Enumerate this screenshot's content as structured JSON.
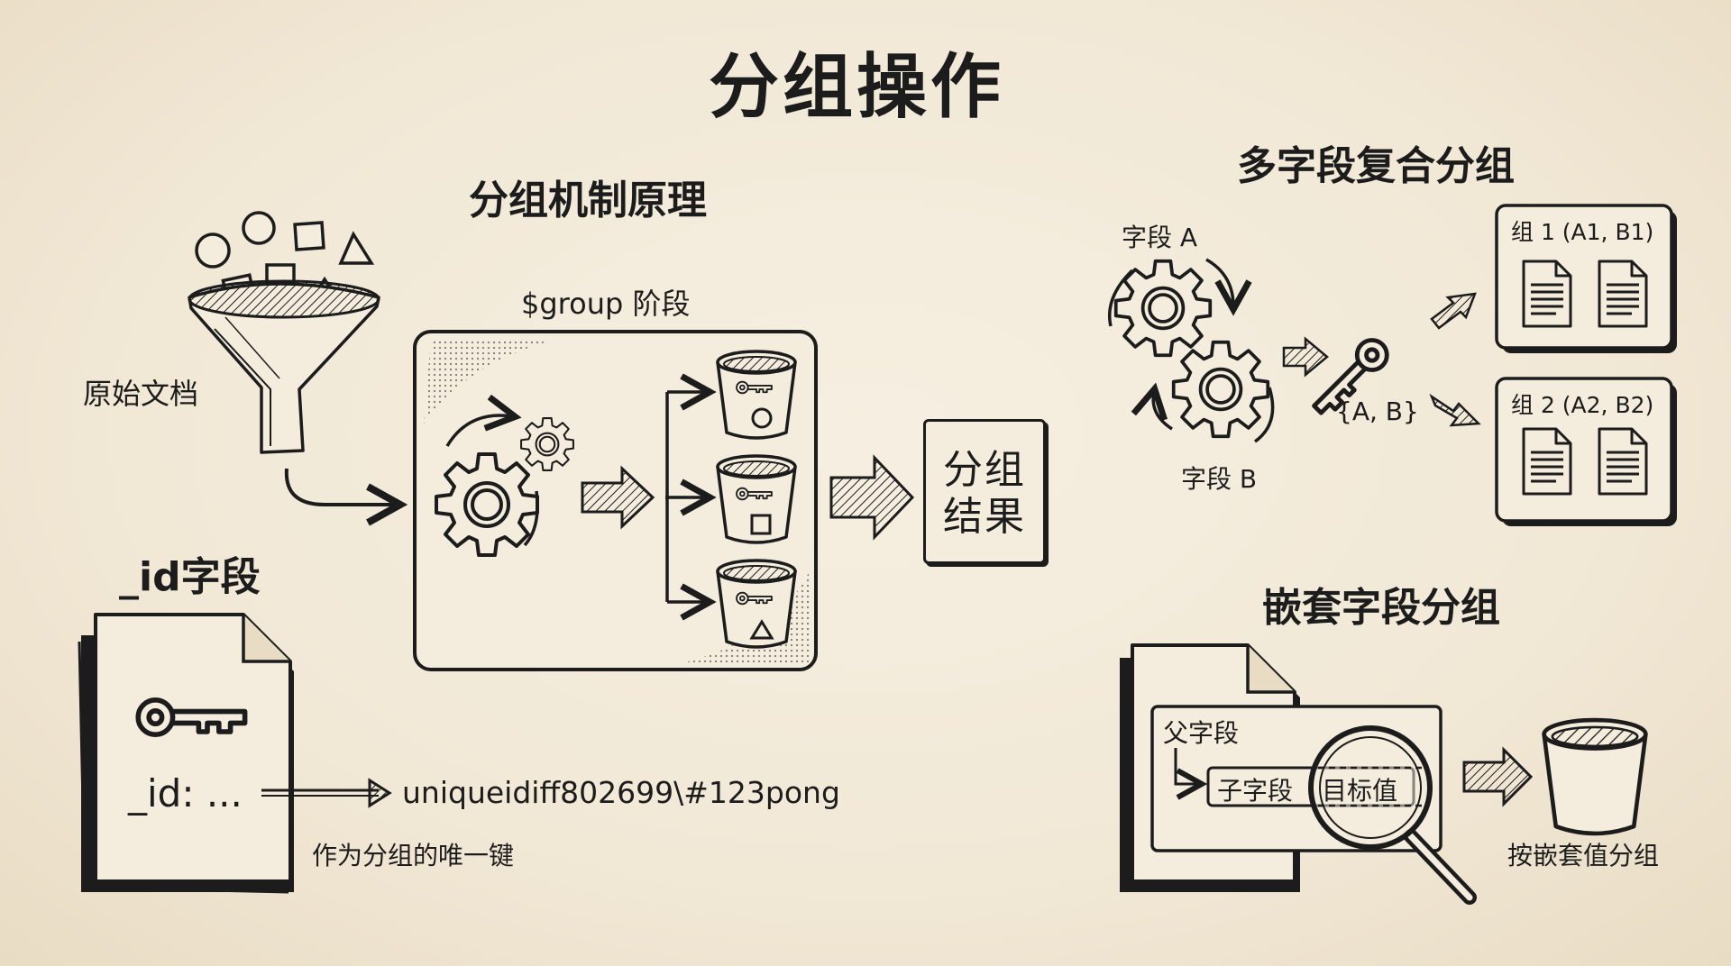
{
  "title": "分组操作",
  "principle": {
    "heading": "分组机制原理",
    "source_label": "原始文档",
    "stage_label": "$group 阶段",
    "result_label": "分组结果"
  },
  "id_field": {
    "heading": "_id字段",
    "doc_text": "_id: ...",
    "value_text": "uniqueidiff802699\\#123pong",
    "caption": "作为分组的唯一键"
  },
  "multi_field": {
    "heading": "多字段复合分组",
    "field_a": "字段 A",
    "field_b": "字段 B",
    "key_label": "{A, B}",
    "group1": "组 1 (A1, B1)",
    "group2": "组 2 (A2, B2)"
  },
  "nested_field": {
    "heading": "嵌套字段分组",
    "parent_label": "父字段",
    "child_label": "子字段",
    "target_label": "目标值",
    "result_label": "按嵌套值分组"
  },
  "icons": [
    "funnel-icon",
    "gear-icon",
    "bucket-icon",
    "key-icon",
    "document-icon",
    "magnifier-icon",
    "arrow-icon"
  ]
}
